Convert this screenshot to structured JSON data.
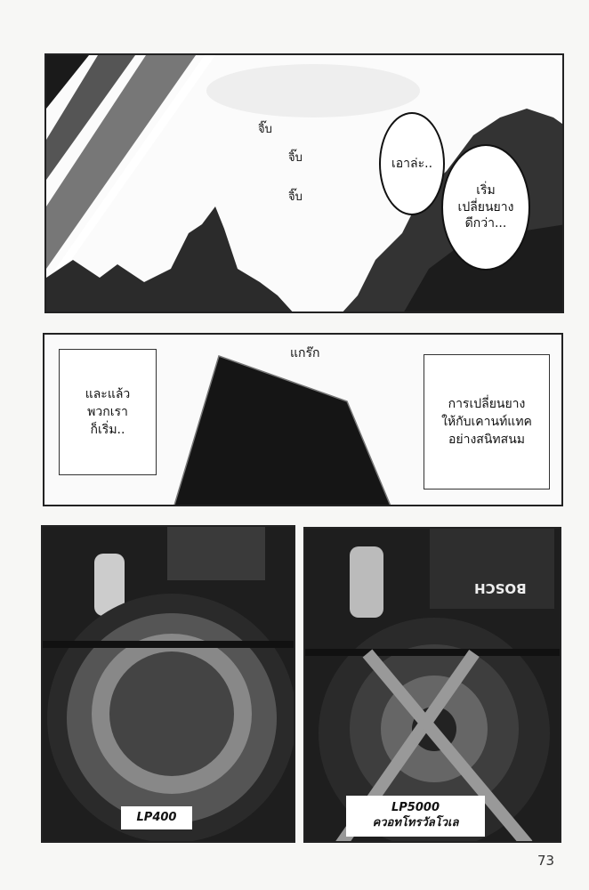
{
  "panel1": {
    "sfx": [
      "จิ๊บ",
      "จิ๊บ",
      "จิ๊บ"
    ],
    "bubble1": "เอาล่ะ..",
    "bubble2_lines": [
      "เริ่ม",
      "เปลี่ยนยาง",
      "ดีกว่า..."
    ]
  },
  "panel2": {
    "sfx": "แกร๊ก",
    "caption_left_lines": [
      "และแล้ว",
      "พวกเรา",
      "ก็เริ่ม.."
    ],
    "caption_right_lines": [
      "การเปลี่ยนยาง",
      "ให้กับเคานท์แทค",
      "อย่างสนิทสนม"
    ]
  },
  "panel3": {
    "left_label": "LP400",
    "right_label_lines": [
      "LP5000",
      "ควอทโทรวัลโวเล"
    ],
    "battery_brand": "BOSCH"
  },
  "page_number": "73"
}
